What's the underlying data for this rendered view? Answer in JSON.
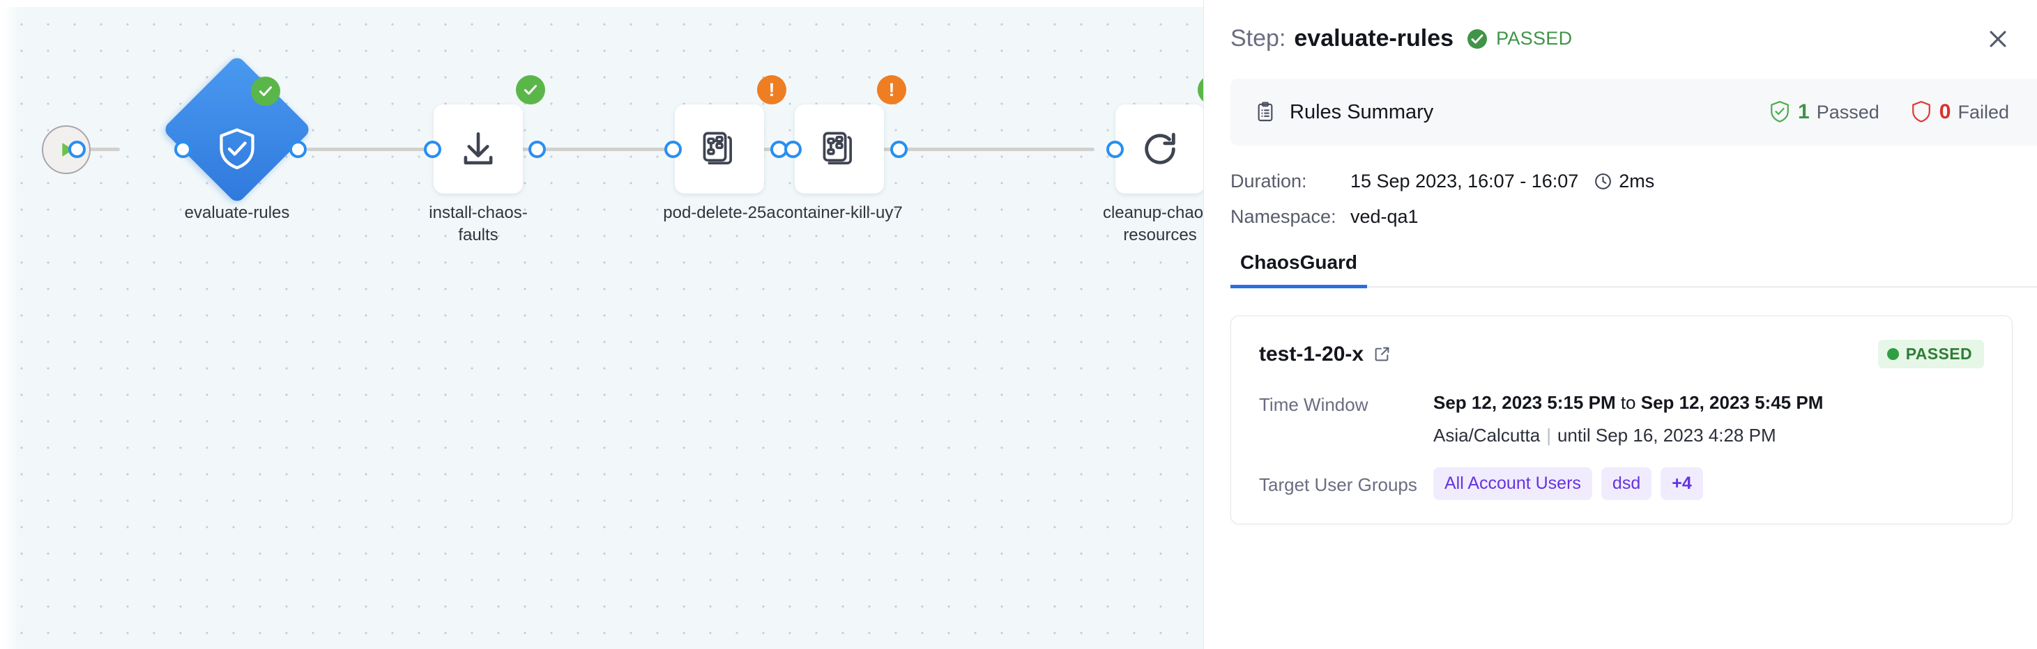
{
  "canvas": {
    "start_node": {
      "name": "start-node",
      "icon": "play-icon"
    },
    "nodes": [
      {
        "label": "evaluate-rules",
        "shape": "diamond",
        "icon": "shield-check-icon",
        "status": "success",
        "badge": "check"
      },
      {
        "label": "install-chaos-\nfaults",
        "shape": "box",
        "icon": "download-icon",
        "status": "success",
        "badge": "check"
      },
      {
        "label": "pod-delete-25a",
        "shape": "box",
        "icon": "chaos-fault-icon",
        "status": "warning",
        "badge": "exclamation"
      },
      {
        "label": "container-kill-uy7",
        "shape": "box",
        "icon": "chaos-fault-icon",
        "status": "warning",
        "badge": "exclamation"
      },
      {
        "label": "cleanup-chaos-\nresources",
        "shape": "box",
        "icon": "refresh-icon",
        "status": "success",
        "badge": "check"
      }
    ]
  },
  "panel": {
    "header": {
      "step_word": "Step:",
      "step_name": "evaluate-rules",
      "status_icon": "check-circle-icon",
      "status_text": "PASSED",
      "close_icon": "close-icon"
    },
    "rules_summary": {
      "icon": "clipboard-icon",
      "title": "Rules Summary",
      "passed_count": "1",
      "passed_label": "Passed",
      "passed_icon": "shield-check-icon",
      "failed_count": "0",
      "failed_label": "Failed",
      "failed_icon": "shield-outline-icon"
    },
    "meta": {
      "duration_key": "Duration:",
      "duration_value": "15 Sep 2023, 16:07 - 16:07",
      "duration_icon": "clock-icon",
      "duration_elapsed": "2ms",
      "namespace_key": "Namespace:",
      "namespace_value": "ved-qa1"
    },
    "tabs": [
      {
        "label": "ChaosGuard",
        "active": true
      }
    ],
    "test_card": {
      "name": "test-1-20-x",
      "link_icon": "external-link-icon",
      "status_badge": "PASSED",
      "time_window_key": "Time Window",
      "time_window_start": "Sep 12, 2023 5:15 PM",
      "time_window_joiner": " to ",
      "time_window_end": "Sep 12, 2023 5:45 PM",
      "timezone": "Asia/Calcutta",
      "until_text": "until Sep 16, 2023 4:28 PM",
      "target_groups_key": "Target User Groups",
      "target_groups": [
        "All Account Users",
        "dsd",
        "+4"
      ]
    }
  },
  "colors": {
    "accent_blue": "#2a6ee0",
    "node_blue": "#2f79dd",
    "success_green": "#5bb64a",
    "warning_orange": "#ef7d22",
    "fail_red": "#d9322a",
    "chip_purple": "#6533e0",
    "canvas_bg": "#f2f8fa"
  }
}
